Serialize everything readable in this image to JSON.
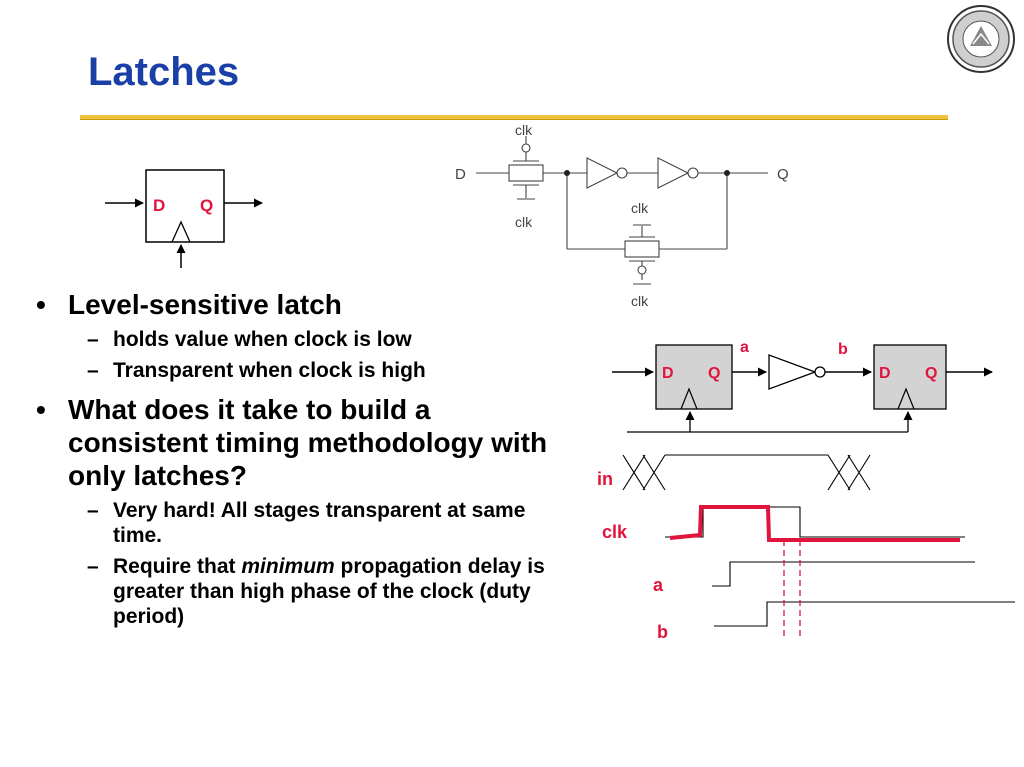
{
  "slide": {
    "title": "Latches",
    "bullets": [
      {
        "text": "Level-sensitive latch",
        "sub": [
          "holds value when clock is low",
          "Transparent when clock is high"
        ]
      },
      {
        "text": "What does it take to build a consistent timing methodology with only latches?",
        "sub": [
          "Very hard! All stages transparent at same time."
        ]
      }
    ],
    "sub_last": {
      "pre": "Require that ",
      "em": "minimum",
      "post": " propagation delay is greater than high phase of the clock (duty period)"
    }
  },
  "latch_symbol": {
    "d": "D",
    "q": "Q"
  },
  "circuit": {
    "d": "D",
    "q": "Q",
    "clk": "clk",
    "clk_bar": "clk"
  },
  "pipeline": {
    "a": "a",
    "b": "b",
    "d": "D",
    "q": "Q"
  },
  "timing": {
    "in": "in",
    "clk": "clk",
    "a": "a",
    "b": "b"
  },
  "colors": {
    "title": "#1a3fa6",
    "rule": "#f0c23a",
    "accent": "#e0143c",
    "latch_fill": "#d3d3d3"
  }
}
